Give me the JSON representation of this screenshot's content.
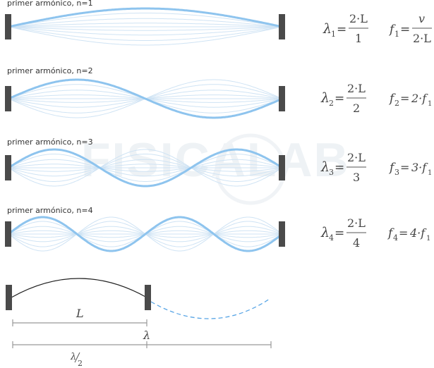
{
  "watermark": "FISICALAB",
  "colors": {
    "wave_main": "#8ec4ee",
    "wave_ghost": "#cfe3f4",
    "clamp": "#4a4a4a",
    "text": "#333333",
    "measure": "#999999"
  },
  "harmonics": [
    {
      "n": 1,
      "label": "primer armónico, n=1",
      "lambda_sub": "1",
      "lambda_num": "2·L",
      "lambda_den": "1",
      "freq_sub": "1",
      "freq_rhs": "v",
      "freq_rhs_den": "2·L"
    },
    {
      "n": 2,
      "label": "primer armónico, n=2",
      "lambda_sub": "2",
      "lambda_num": "2·L",
      "lambda_den": "2",
      "freq_sub": "2",
      "freq_rhs": "2·f",
      "freq_rhs_sub": "1"
    },
    {
      "n": 3,
      "label": "primer armónico, n=3",
      "lambda_sub": "3",
      "lambda_num": "2·L",
      "lambda_den": "3",
      "freq_sub": "3",
      "freq_rhs": "3·f",
      "freq_rhs_sub": "1"
    },
    {
      "n": 4,
      "label": "primer armónico, n=4",
      "lambda_sub": "4",
      "lambda_num": "2·L",
      "lambda_den": "4",
      "freq_sub": "4",
      "freq_rhs": "4·f",
      "freq_rhs_sub": "1"
    }
  ],
  "bottom": {
    "L_label": "L",
    "lambda_label": "λ",
    "half_lambda_num": "λ",
    "half_lambda_den": "2"
  }
}
